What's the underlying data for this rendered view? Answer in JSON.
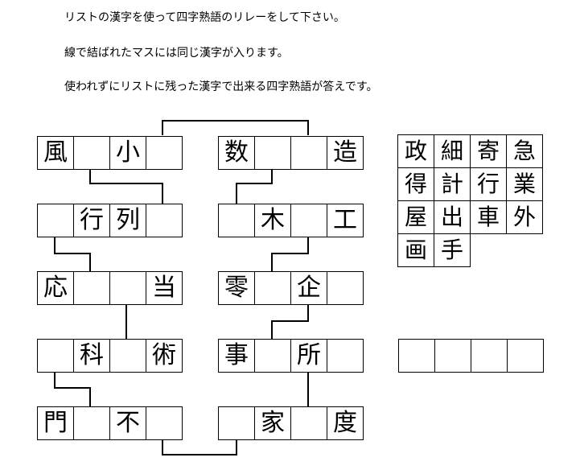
{
  "instructions": [
    "リストの漢字を使って四字熟語のリレーをして下さい。",
    "線で結ばれたマスには同じ漢字が入ります。",
    "使われずにリストに残った漢字で出来る四字熟語が答えです。"
  ],
  "left_column": [
    [
      "風",
      "",
      "小",
      ""
    ],
    [
      "",
      "行",
      "列",
      ""
    ],
    [
      "応",
      "",
      "",
      "当"
    ],
    [
      "",
      "科",
      "",
      "術"
    ],
    [
      "門",
      "",
      "不",
      ""
    ]
  ],
  "right_column": [
    [
      "数",
      "",
      "",
      "造"
    ],
    [
      "",
      "木",
      "",
      "工"
    ],
    [
      "零",
      "",
      "企",
      ""
    ],
    [
      "事",
      "",
      "所",
      ""
    ],
    [
      "",
      "家",
      "",
      "度"
    ]
  ],
  "kanji_list": [
    [
      "政",
      "細",
      "寄",
      "急"
    ],
    [
      "得",
      "計",
      "行",
      "業"
    ],
    [
      "屋",
      "出",
      "車",
      "外"
    ],
    [
      "画",
      "手"
    ]
  ],
  "answer_boxes": [
    "",
    "",
    "",
    ""
  ]
}
